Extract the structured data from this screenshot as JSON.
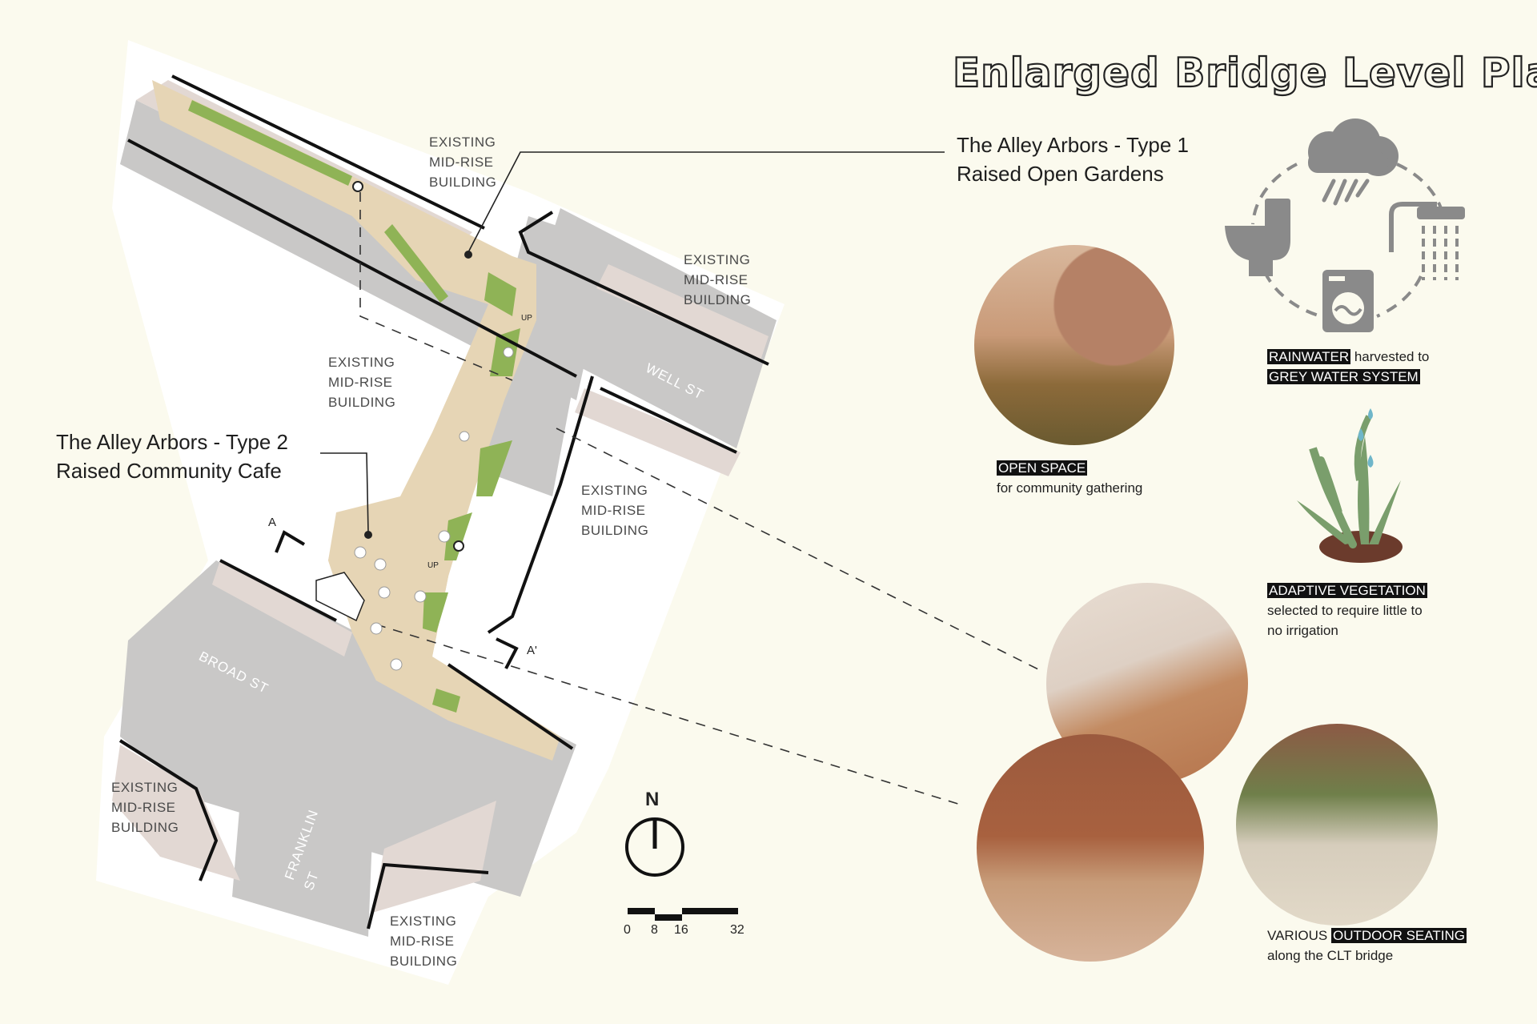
{
  "title": "Enlarged Bridge Level Plan",
  "callouts": {
    "type1_line1": "The Alley Arbors - Type 1",
    "type1_line2": "Raised Open Gardens",
    "type2_line1": "The Alley Arbors - Type 2",
    "type2_line2": "Raised Community Cafe"
  },
  "buildings": {
    "line1": "EXISTING",
    "line2": "MID-RISE",
    "line3": "BUILDING"
  },
  "streets": {
    "well": "WELL ST",
    "broad": "BROAD ST",
    "franklin1": "FRANKLIN",
    "franklin2": "ST"
  },
  "plan_labels": {
    "up": "UP",
    "section_a": "A",
    "section_a_prime": "A'",
    "north": "N"
  },
  "scale_bar": [
    "0",
    "8",
    "16",
    "32"
  ],
  "captions": {
    "open_space_hl": "OPEN SPACE",
    "open_space_rest": "for community gathering",
    "rain_hl": "RAINWATER",
    "rain_rest": " harvested to",
    "grey_hl": "GREY WATER SYSTEM",
    "veg_hl": "ADAPTIVE VEGETATION",
    "veg_line2": "selected to require little to",
    "veg_line3": "no irrigation",
    "seat_pre": "VARIOUS ",
    "seat_hl": "OUTDOOR SEATING",
    "seat_line2": "along the CLT bridge"
  },
  "icons": [
    "cloud-rain-icon",
    "toilet-icon",
    "shower-icon",
    "washing-machine-icon",
    "plant-icon"
  ],
  "colors": {
    "background": "#fbfaee",
    "street": "#c8c7c6",
    "sidewalk": "#e2d8d3",
    "deck": "#e5d4b4",
    "greenery": "#8fb356",
    "icon_grey": "#8a8a8a"
  }
}
